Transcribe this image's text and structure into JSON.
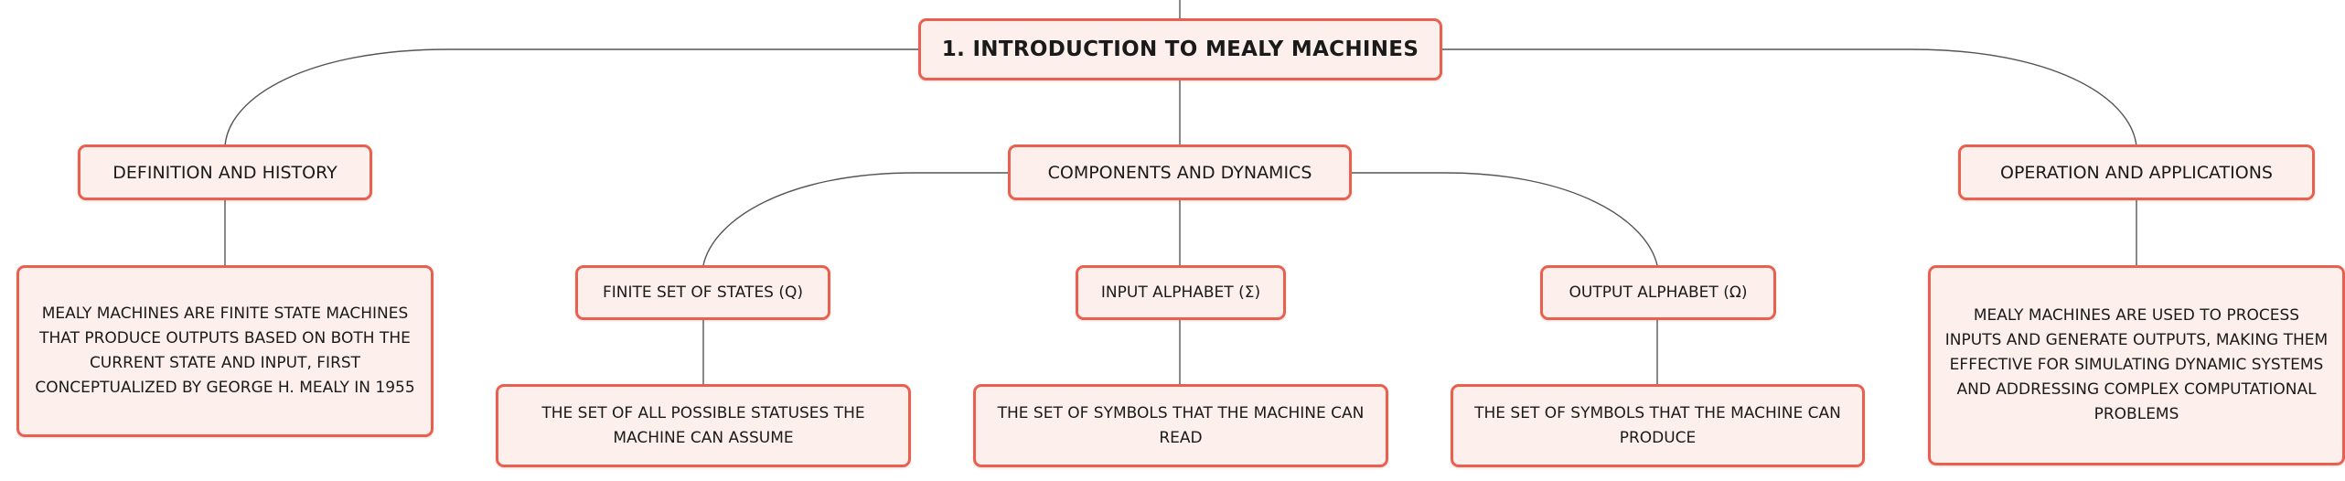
{
  "colors": {
    "node_fill": "#fdf0ec",
    "node_border": "#e86150",
    "connector": "#555555",
    "text": "#1a1a1a"
  },
  "root": {
    "label": "1. INTRODUCTION TO MEALY MACHINES"
  },
  "branches": {
    "definition": {
      "label": "DEFINITION AND HISTORY",
      "detail": "MEALY MACHINES ARE FINITE STATE MACHINES THAT PRODUCE OUTPUTS BASED ON BOTH THE CURRENT STATE AND INPUT, FIRST CONCEPTUALIZED BY GEORGE H. MEALY IN 1955"
    },
    "components": {
      "label": "COMPONENTS AND DYNAMICS",
      "children": {
        "states": {
          "label": "FINITE SET OF STATES (Q)",
          "detail": "THE SET OF ALL POSSIBLE STATUSES THE MACHINE CAN ASSUME"
        },
        "input": {
          "label": "INPUT ALPHABET (Σ)",
          "detail": "THE SET OF SYMBOLS THAT THE MACHINE CAN READ"
        },
        "output": {
          "label": "OUTPUT ALPHABET (Ω)",
          "detail": "THE SET OF SYMBOLS THAT THE MACHINE CAN PRODUCE"
        }
      }
    },
    "operation": {
      "label": "OPERATION AND APPLICATIONS",
      "detail": "MEALY MACHINES ARE USED TO PROCESS INPUTS AND GENERATE OUTPUTS, MAKING THEM EFFECTIVE FOR SIMULATING DYNAMIC SYSTEMS AND ADDRESSING COMPLEX COMPUTATIONAL PROBLEMS"
    }
  }
}
